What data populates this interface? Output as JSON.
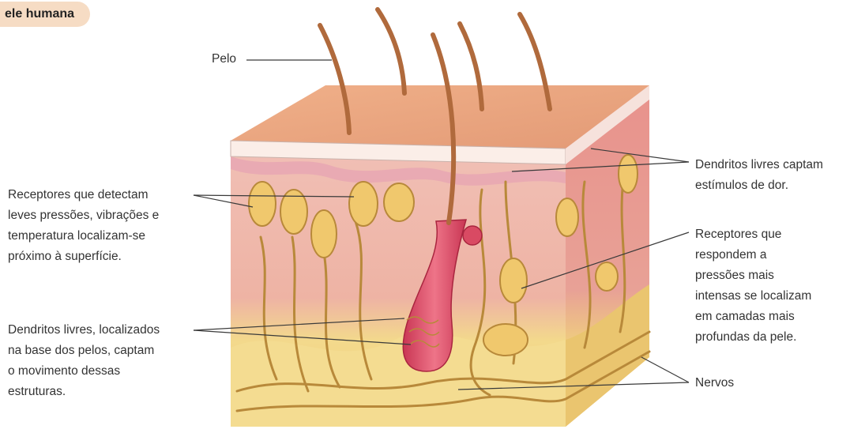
{
  "header": {
    "title": "ele humana"
  },
  "labels": {
    "hair": "Pelo",
    "surface_receptors": "Receptores que detectam\nleves pressões, vibrações e\ntemperatura localizam-se\npróximo à superfície.",
    "follicle_dendrites": "Dendritos livres, localizados\nna base dos pelos, captam\no movimento dessas\nestruturas.",
    "pain_dendrites": "Dendritos livres captam\nestímulos de dor.",
    "deep_receptors": "Receptores que\nrespondem a\npressões mais\nintensas se localizam\nem camadas mais\nprofundas da pele.",
    "nerves": "Nervos"
  },
  "colors": {
    "tag_bg": "#f6dcc4",
    "epidermis_top": "#e9a17e",
    "dermis": "#f2b9a7",
    "fat": "#f3d98c",
    "nerve": "#b8893a",
    "follicle": "#d94a63"
  }
}
